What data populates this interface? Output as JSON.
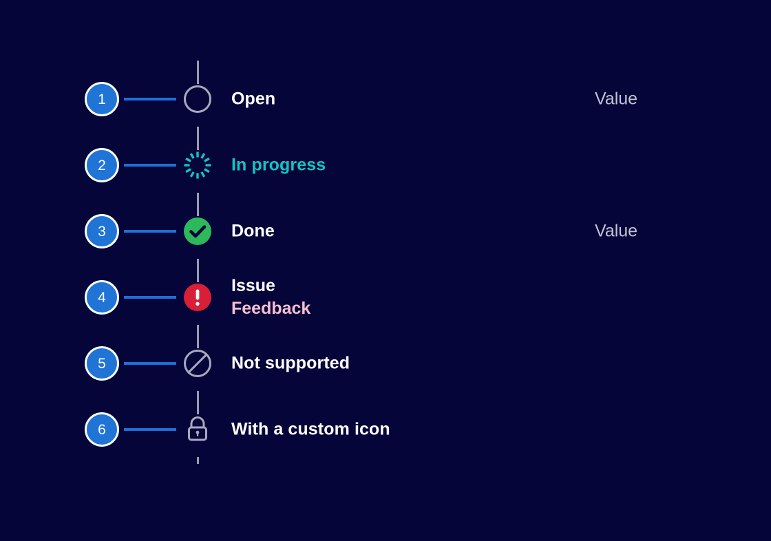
{
  "theme": {
    "background": "#05053a",
    "badge_fill": "#1f74d6",
    "badge_ring": "#ffffff",
    "connector": "#1f6fd6",
    "spine": "#9a9ab0",
    "label_default": "#ffffff",
    "label_in_progress": "#12c4c4",
    "label_feedback": "#f7bfcf",
    "value_text": "#c3c3d4",
    "icon_open_stroke": "#a9a9bd",
    "icon_spinner": "#12c4c4",
    "icon_done_fill": "#2eb85c",
    "icon_done_check": "#05053a",
    "icon_issue_fill": "#d91f37",
    "icon_issue_mark": "#ffffff",
    "icon_not_supported_stroke": "#a9a9bd",
    "icon_lock_stroke": "#a9a9bd"
  },
  "steps": [
    {
      "number": "1",
      "icon": "circle-outline-icon",
      "label": "Open",
      "label_style": "default",
      "value": "Value"
    },
    {
      "number": "2",
      "icon": "spinner-icon",
      "label": "In progress",
      "label_style": "teal",
      "value": ""
    },
    {
      "number": "3",
      "icon": "check-circle-icon",
      "label": "Done",
      "label_style": "default",
      "value": "Value"
    },
    {
      "number": "4",
      "icon": "exclamation-circle-icon",
      "label": "Issue",
      "label_secondary": "Feedback",
      "label_style": "stacked",
      "value": ""
    },
    {
      "number": "5",
      "icon": "no-entry-icon",
      "label": "Not supported",
      "label_style": "default",
      "value": ""
    },
    {
      "number": "6",
      "icon": "lock-icon",
      "label": "With a custom icon",
      "label_style": "default",
      "value": ""
    }
  ]
}
